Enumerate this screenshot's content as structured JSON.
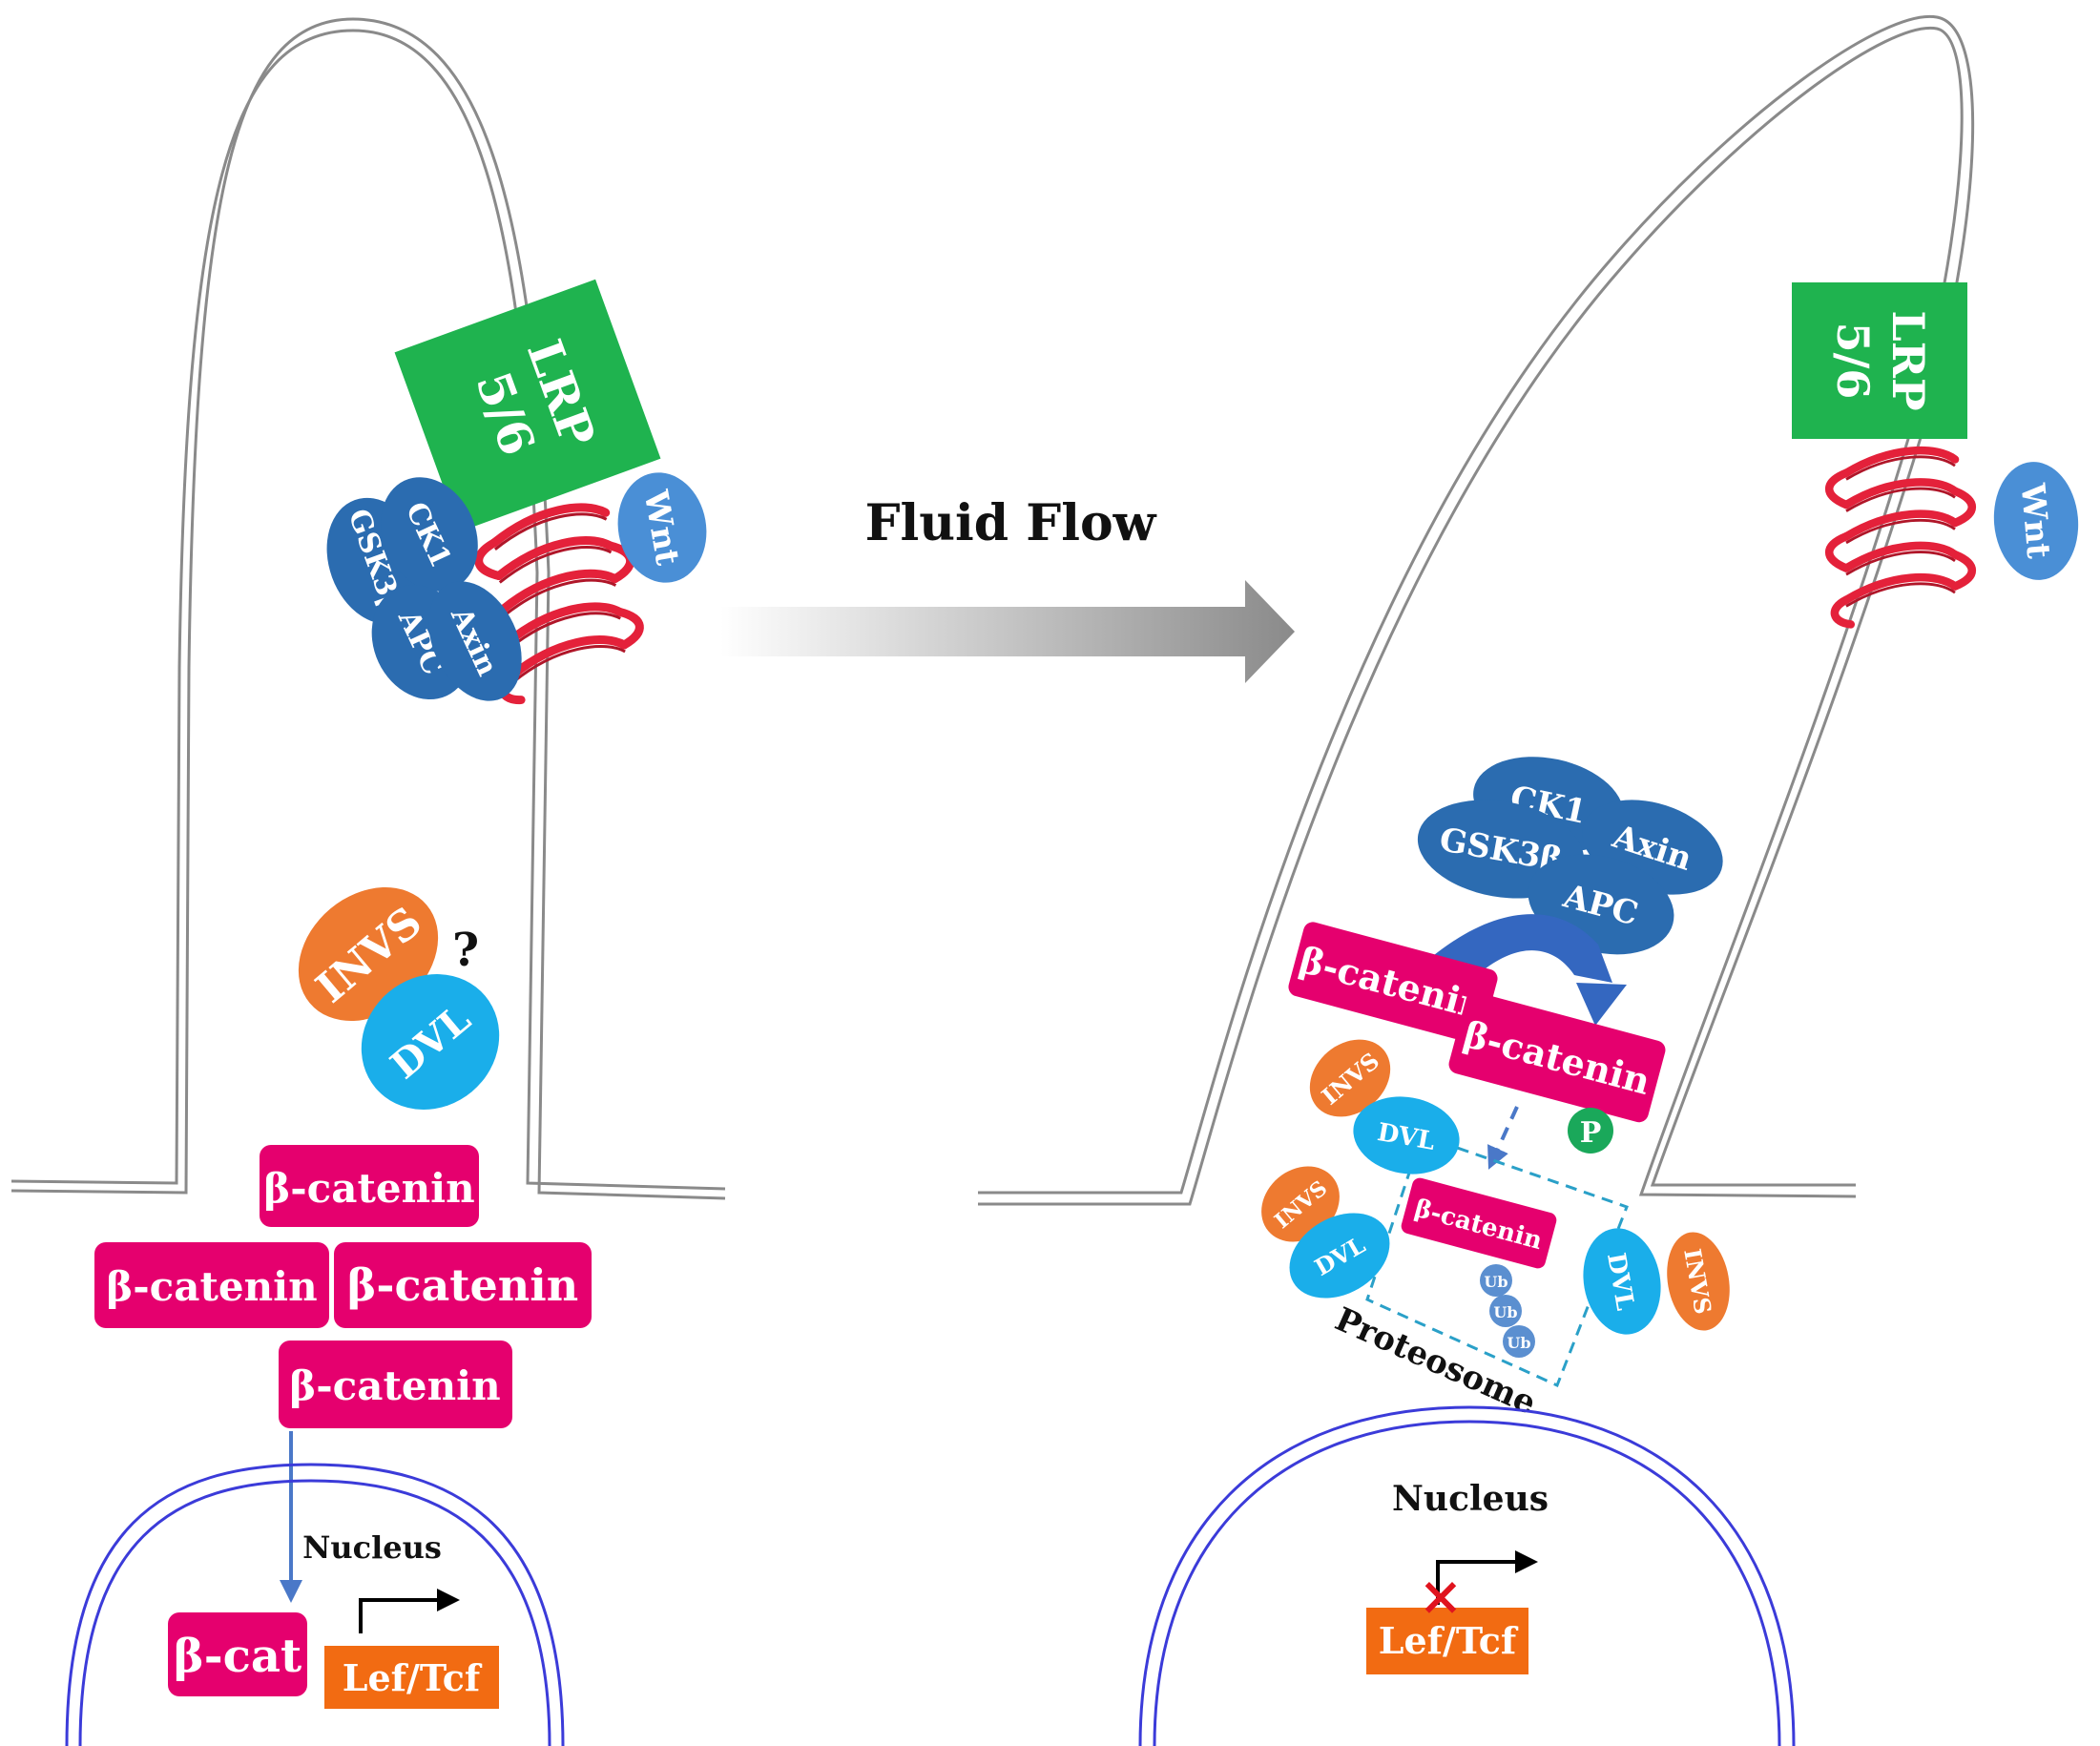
{
  "colors": {
    "beta_catenin": "#e5006e",
    "complex_blue": "#2b6cb0",
    "lrp_green": "#1fb34f",
    "receptor_red": "#e4213a",
    "invs_orange": "#ee7a30",
    "dvl_cyan": "#1aaeea",
    "lef_orange": "#f26b12",
    "nucleus_blue": "#3b3bd9",
    "phospho_green": "#1aa85a"
  },
  "center": {
    "flow_label": "Fluid Flow"
  },
  "left_panel": {
    "lrp": {
      "line1": "LRP",
      "line2": "5/6"
    },
    "wnt": "Wnt",
    "destruction_complex": {
      "ck1": "CK1",
      "gsk3b": "GSK3β",
      "apc": "APC",
      "axin": "Axin"
    },
    "invs": "INVS",
    "dvl": "DVL",
    "question": "?",
    "beta_catenin_boxes": [
      "β-catenin",
      "β-catenin",
      "β-catenin",
      "β-catenin"
    ],
    "nucleus_label": "Nucleus",
    "beta_cat_nuclear": "β-cat",
    "lef_tcf": "Lef/Tcf"
  },
  "right_panel": {
    "lrp": {
      "line1": "LRP",
      "line2": "5/6"
    },
    "wnt": "Wnt",
    "destruction_complex": {
      "ck1": "CK1",
      "gsk3b": "GSK3β",
      "apc": "APC",
      "axin": "Axin"
    },
    "beta_catenin_free": "β-catenin",
    "beta_catenin_phospho": "β-catenin",
    "phospho": "P",
    "beta_catenin_degraded": "β-catenin",
    "ubiquitin": [
      "Ub",
      "Ub",
      "Ub"
    ],
    "proteosome_label": "Proteosome",
    "invs_dvl_pairs": [
      {
        "invs": "INVS",
        "dvl": "DVL"
      },
      {
        "invs": "INVS",
        "dvl": "DVL"
      },
      {
        "invs": "INVS",
        "dvl": "DVL"
      }
    ],
    "nucleus_label": "Nucleus",
    "lef_tcf": "Lef/Tcf",
    "block_mark": "×"
  }
}
